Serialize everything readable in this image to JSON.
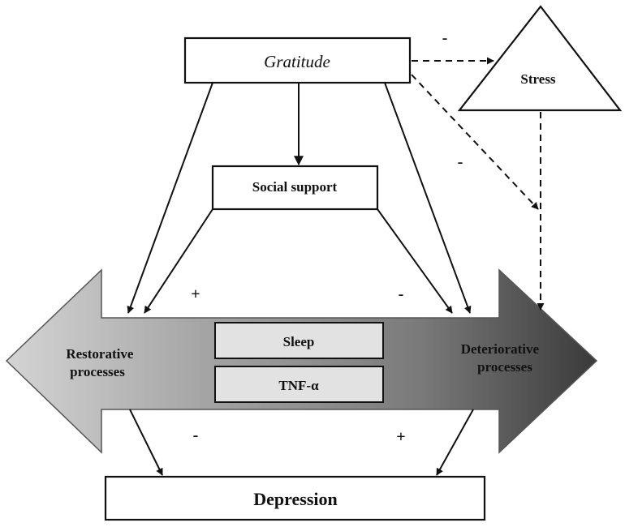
{
  "nodes": {
    "gratitude": "Gratitude",
    "stress": "Stress",
    "social_support": "Social support",
    "restorative": [
      "Restorative",
      "processes"
    ],
    "deteriorative": [
      "Deteriorative",
      "processes"
    ],
    "sleep": "Sleep",
    "tnf": "TNF-α",
    "depression": "Depression"
  },
  "signs": {
    "gratitude_to_stress": "-",
    "gratitude_to_deteriorative": "-",
    "social_to_restorative": "+",
    "social_to_deteriorative": "-",
    "restorative_to_depression": "-",
    "deteriorative_to_depression": "+"
  },
  "colors": {
    "arrow_light": "#d2d2d2",
    "arrow_mid": "#9b9b9b",
    "arrow_dark": "#3e3e3e",
    "line": "#111111",
    "inner_box": "#e2e2e2"
  }
}
